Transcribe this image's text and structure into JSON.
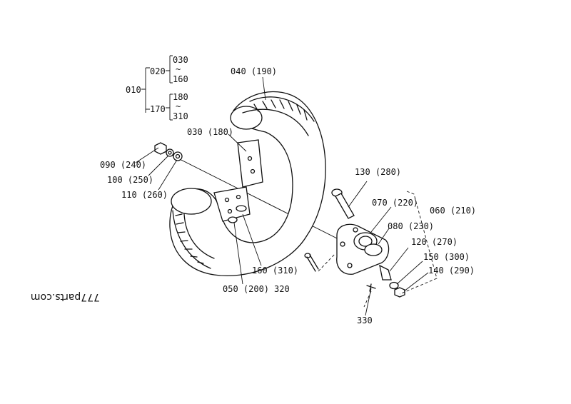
{
  "tree": {
    "root": "010",
    "group_a": {
      "id": "020",
      "from": "030",
      "tilde": "~",
      "to": "160"
    },
    "group_b": {
      "id": "170",
      "from": "180",
      "tilde": "~",
      "to": "310"
    }
  },
  "labels": {
    "l040": "040 (190)",
    "l030": "030 (180)",
    "l090": "090 (240)",
    "l100": "100 (250)",
    "l110": "110 (260)",
    "l130": "130 (280)",
    "l070": "070 (220)",
    "l060": "060 (210)",
    "l080": "080 (230)",
    "l120": "120 (270)",
    "l150": "150 (300)",
    "l140": "140 (290)",
    "l160": "160 (310)",
    "l050": "050 (200)",
    "l320": "320",
    "l330": "330"
  },
  "watermark": "777parts.com"
}
